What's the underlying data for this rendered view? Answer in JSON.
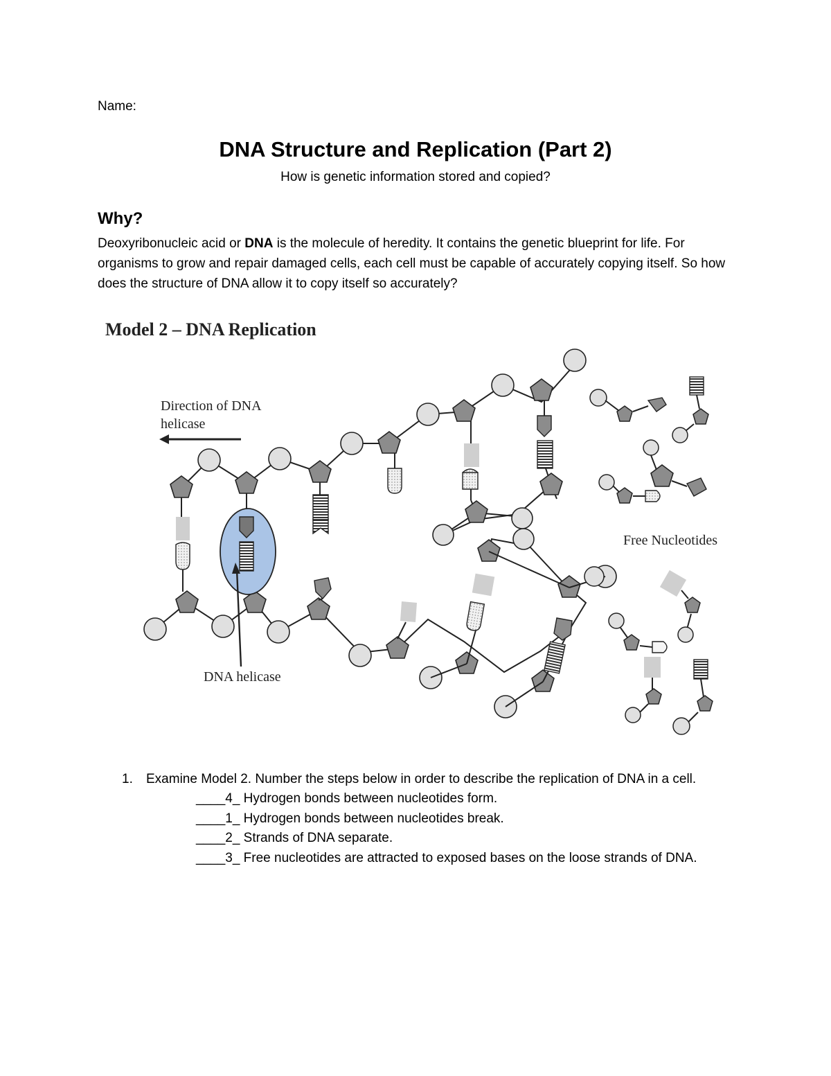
{
  "header": {
    "name_label": "Name:",
    "title": "DNA Structure and Replication (Part 2)",
    "subtitle": "How is genetic information stored and copied?"
  },
  "why": {
    "heading": "Why?",
    "text_before": "Deoxyribonucleic acid or ",
    "bold_term": "DNA",
    "text_after": " is the molecule of heredity. It contains the genetic blueprint for life. For organisms to grow and repair damaged cells, each cell must be capable of accurately copying itself. So how does the structure of DNA allow it to copy itself so accurately?"
  },
  "model": {
    "title": "Model 2 – DNA Replication",
    "direction_label_line1": "Direction of DNA",
    "direction_label_line2": "helicase",
    "helicase_label": "DNA helicase",
    "free_nucleotides_label": "Free Nucleotides",
    "colors": {
      "sugar": "#8c8c8c",
      "phosphate": "#e0e0e0",
      "helicase_fill": "#aac4e6",
      "outline": "#222222"
    }
  },
  "question1": {
    "number": "1.",
    "prompt": "Examine Model 2. Number the steps below in order to describe the replication of DNA in a cell.",
    "steps": [
      "____4_  Hydrogen bonds between nucleotides form.",
      "____1_  Hydrogen bonds between nucleotides break.",
      "____2_  Strands of DNA separate.",
      "____3_  Free nucleotides are attracted to exposed bases on the loose strands of DNA."
    ]
  }
}
